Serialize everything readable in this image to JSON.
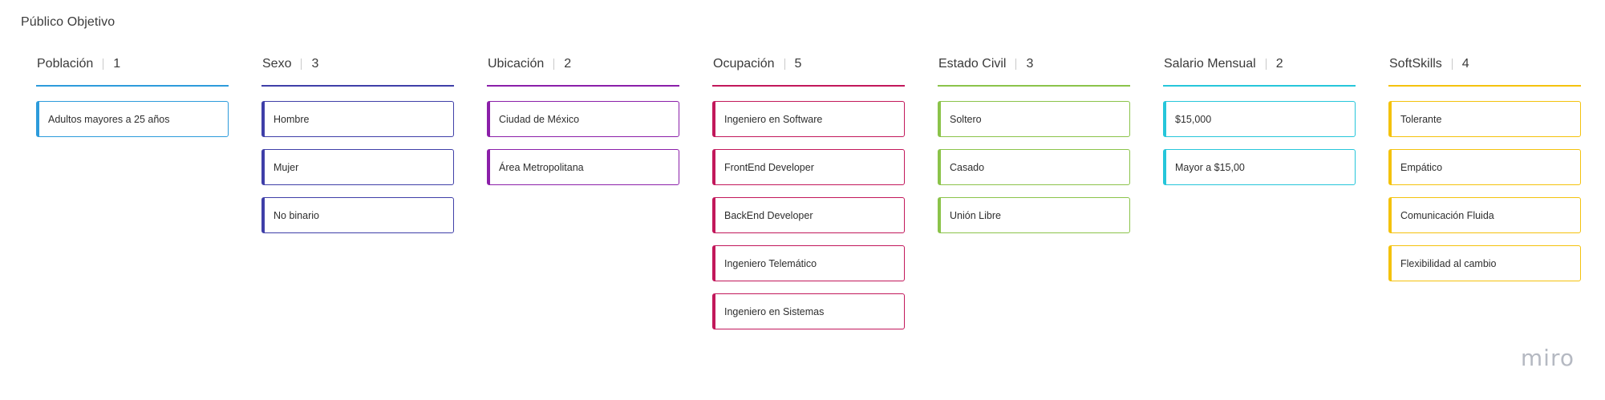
{
  "board": {
    "title": "Público Objetivo",
    "logo": "miro"
  },
  "columns": [
    {
      "title": "Población",
      "count": "1",
      "color": "#2d9bdb",
      "cards": [
        "Adultos mayores a 25 años"
      ]
    },
    {
      "title": "Sexo",
      "count": "3",
      "color": "#3f3fa8",
      "cards": [
        "Hombre",
        "Mujer",
        "No binario"
      ]
    },
    {
      "title": "Ubicación",
      "count": "2",
      "color": "#8b1fa9",
      "cards": [
        "Ciudad de México",
        "Área Metropolitana"
      ]
    },
    {
      "title": "Ocupación",
      "count": "5",
      "color": "#c2185b",
      "cards": [
        "Ingeniero en Software",
        "FrontEnd Developer",
        "BackEnd Developer",
        "Ingeniero Telemático",
        "Ingeniero en Sistemas"
      ]
    },
    {
      "title": "Estado Civil",
      "count": "3",
      "color": "#8bc34a",
      "cards": [
        "Soltero",
        "Casado",
        "Unión Libre"
      ]
    },
    {
      "title": "Salario Mensual",
      "count": "2",
      "color": "#26c6da",
      "cards": [
        "$15,000",
        "Mayor a $15,00"
      ]
    },
    {
      "title": "SoftSkills",
      "count": "4",
      "color": "#f4c20d",
      "cards": [
        "Tolerante",
        "Empático",
        "Comunicación Fluida",
        "Flexibilidad al cambio"
      ]
    }
  ]
}
